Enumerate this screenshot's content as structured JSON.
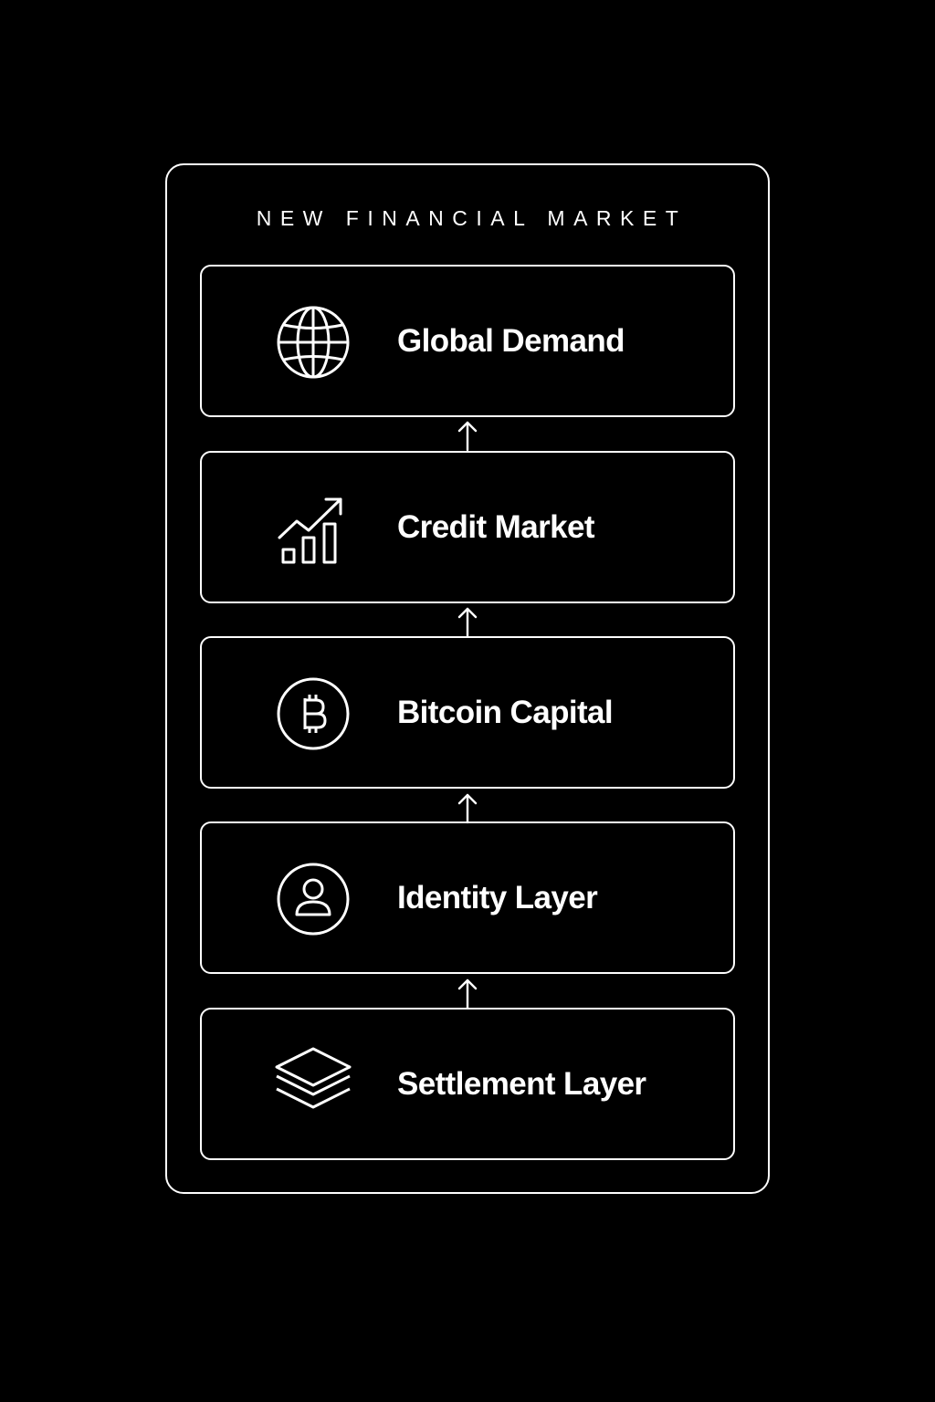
{
  "diagram": {
    "title": "NEW FINANCIAL MARKET",
    "layers": [
      {
        "label": "Global Demand",
        "icon": "globe-icon"
      },
      {
        "label": "Credit Market",
        "icon": "chart-growth-icon"
      },
      {
        "label": "Bitcoin Capital",
        "icon": "bitcoin-icon"
      },
      {
        "label": "Identity Layer",
        "icon": "user-circle-icon"
      },
      {
        "label": "Settlement Layer",
        "icon": "layers-stack-icon"
      }
    ],
    "flow_direction": "upward"
  },
  "colors": {
    "background": "#000000",
    "stroke": "#ffffff",
    "text": "#ffffff"
  }
}
